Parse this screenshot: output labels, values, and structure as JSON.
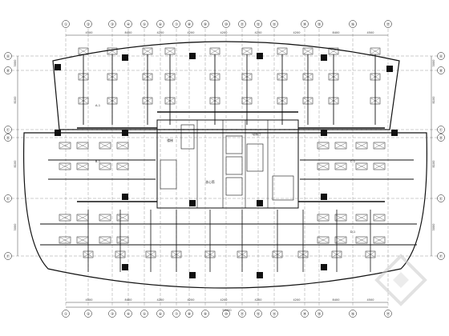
{
  "drawing": {
    "top_bubbles": [
      "①",
      "②",
      "③",
      "④",
      "⑤",
      "⑥",
      "⑦",
      "⑧",
      "⑨",
      "⑩",
      "⑪",
      "⑫",
      "⑬",
      "⑭",
      "⑮",
      "⑯",
      "⑰"
    ],
    "bottom_bubbles": [
      "①",
      "②",
      "③",
      "④",
      "⑤",
      "⑥",
      "⑦",
      "⑧",
      "⑨",
      "⑩",
      "⑪",
      "⑫",
      "⑬",
      "⑭",
      "⑮",
      "⑯",
      "⑰"
    ],
    "left_bubbles": [
      "Ⓐ",
      "Ⓑ",
      "Ⓒ",
      "Ⓓ",
      "Ⓔ",
      "Ⓕ"
    ],
    "right_bubbles": [
      "Ⓐ",
      "Ⓑ",
      "Ⓒ",
      "Ⓓ",
      "Ⓔ",
      "Ⓕ"
    ],
    "top_dimensions": [
      "4500",
      "8400",
      "4200",
      "4200",
      "4200",
      "4200",
      "4200",
      "8400",
      "4500"
    ],
    "bottom_dimensions": [
      "4500",
      "8400",
      "4200",
      "4200",
      "4200",
      "4200",
      "4200",
      "8400",
      "4500"
    ],
    "left_dimensions": [
      "3000",
      "8100",
      "8100",
      "3000"
    ],
    "right_dimensions": [
      "3000",
      "8100",
      "8100",
      "3000"
    ],
    "total_dimension": "50400",
    "room_labels": {
      "core_center": "核心筒",
      "stair_left": "楼梯",
      "lobby": "电梯厅",
      "zone_a": "A-1",
      "zone_b": "B-1",
      "zone_c": "C-1",
      "zone_d": "D-1"
    }
  },
  "colors": {
    "line": "#111111",
    "watermark": "#d0d0d0"
  },
  "icons": {
    "watermark": "logo-watermark-icon"
  }
}
